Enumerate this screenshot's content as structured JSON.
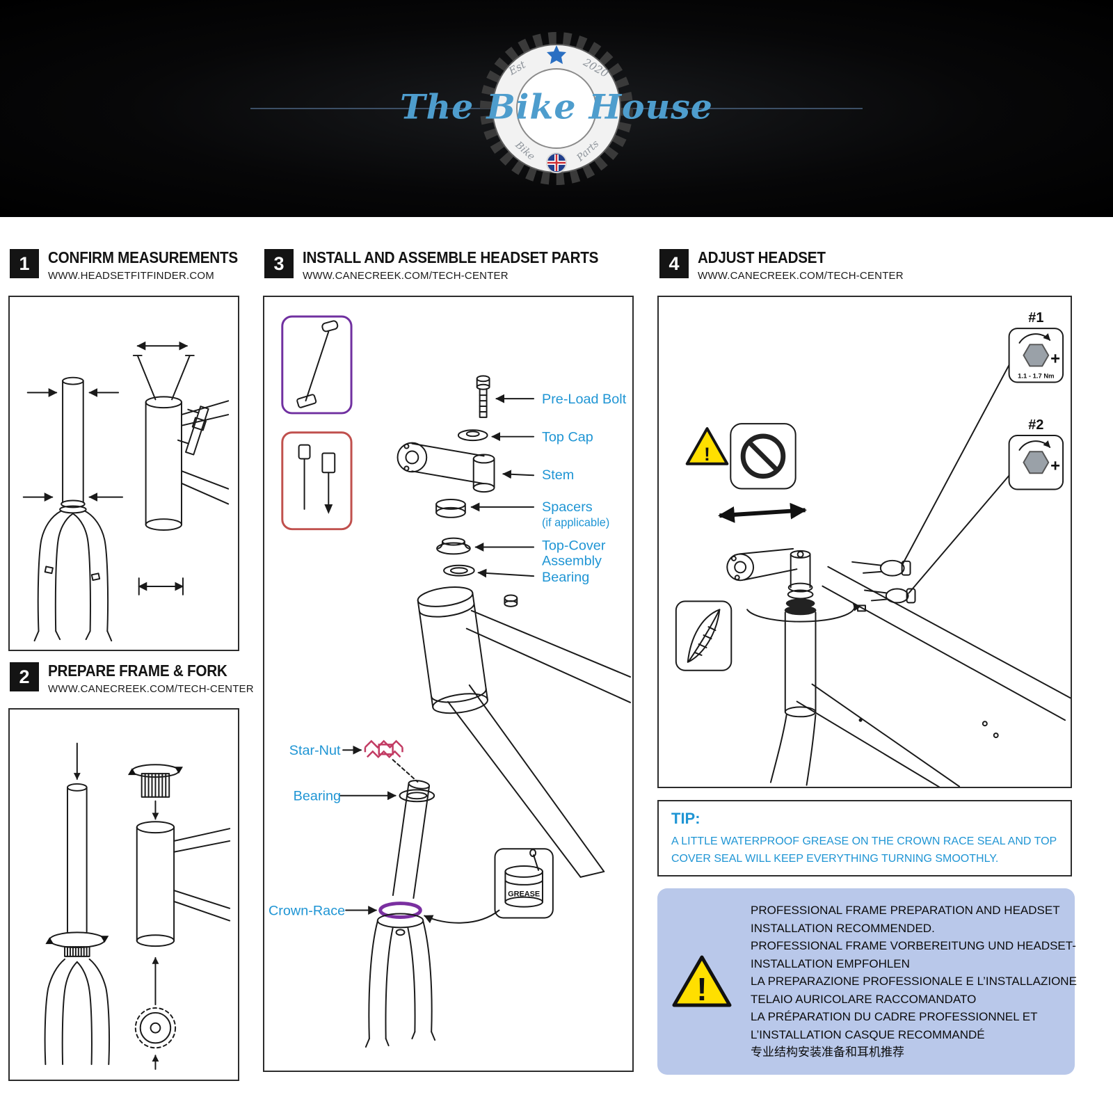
{
  "colors": {
    "accent_blue": "#1f95d4",
    "brand_blue": "#4e9dcd",
    "warning_yellow": "#ffdf00",
    "notice_bg": "#b9c8ea",
    "tool_purple": "#7030a0",
    "tool_red": "#c0504d",
    "starnut_red": "#c23b63",
    "crownrace_purple": "#7a2fa0"
  },
  "header": {
    "brand": "The Bike House",
    "est": "Est",
    "year": "2020",
    "bike": "Bike",
    "parts": "Parts"
  },
  "sections": [
    {
      "num": "1",
      "title": "CONFIRM MEASUREMENTS",
      "url": "WWW.HEADSETFITFINDER.COM"
    },
    {
      "num": "2",
      "title": "PREPARE FRAME & FORK",
      "url": "WWW.CANECREEK.COM/TECH-CENTER"
    },
    {
      "num": "3",
      "title": "INSTALL AND ASSEMBLE HEADSET PARTS",
      "url": "WWW.CANECREEK.COM/TECH-CENTER"
    },
    {
      "num": "4",
      "title": "ADJUST HEADSET",
      "url": "WWW.CANECREEK.COM/TECH-CENTER"
    }
  ],
  "assembly": {
    "preload_bolt": "Pre-Load Bolt",
    "top_cap": "Top Cap",
    "stem": "Stem",
    "spacers": "Spacers",
    "spacers_note": "(if applicable)",
    "top_cover_line1": "Top-Cover",
    "top_cover_line2": "Assembly",
    "bearing_upper": "Bearing",
    "star_nut": "Star-Nut",
    "bearing_lower": "Bearing",
    "crown_race": "Crown-Race",
    "grease": "GREASE"
  },
  "adjust": {
    "step1": "#1",
    "step2": "#2",
    "torque": "1.1 - 1.7 Nm"
  },
  "icons": {
    "plus": "+",
    "warning_mark": "!"
  },
  "tip": {
    "title": "TIP:",
    "body": "A LITTLE WATERPROOF GREASE ON THE CROWN RACE SEAL AND TOP COVER SEAL WILL KEEP EVERYTHING TURNING SMOOTHLY."
  },
  "notice": {
    "lines": [
      "PROFESSIONAL FRAME PREPARATION AND HEADSET",
      "INSTALLATION RECOMMENDED.",
      "PROFESSIONAL FRAME VORBEREITUNG UND HEADSET-",
      "INSTALLATION EMPFOHLEN",
      "LA PREPARAZIONE PROFESSIONALE E L’INSTALLAZIONE",
      "TELAIO AURICOLARE RACCOMANDATO",
      "LA PRÉPARATION DU CADRE PROFESSIONNEL ET",
      "L’INSTALLATION CASQUE RECOMMANDÉ",
      "专业结构安装准备和耳机推荐"
    ]
  }
}
